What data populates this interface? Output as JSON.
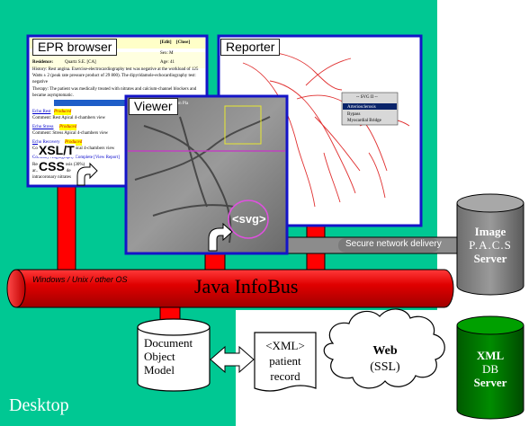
{
  "desktop": {
    "label": "Desktop",
    "bg_color": "#00c893"
  },
  "epr": {
    "title": "EPR browser",
    "header_right": [
      "[Edit]",
      "[Close]"
    ],
    "rows": [
      {
        "label": "Residence:",
        "value": "Quartz S.E. [CA]",
        "right": "Sex: M"
      },
      {
        "label": "",
        "value": "",
        "right": "Age: 41"
      }
    ],
    "history": "History: Rest angina. Exercise-electrocardiography test was negative at the workload of 125 Watts ± 2 (peak rate pressure product of 29 800). The dipyridamole-echocardiography test: negative",
    "therapy": "Therapy: The patient was medically treated with nitrates and calcium-channel blockers and became asymptomatic.",
    "exam_bar": "Exam Pla",
    "links": [
      {
        "link": "Echo Rest",
        "status": "Produced",
        "comment": "Comment: Rest Apical 4-chambers view"
      },
      {
        "link": "Echo Stress",
        "status": "Produced",
        "comment": "Comment: Stress Apical 4-chambers view"
      },
      {
        "link": "Echo Recovery",
        "status": "Produced",
        "comment": "Comment: Recovery Apical 4-chambers view"
      }
    ],
    "bottom_text": "Coronary Angiography   Complete   [View Report]",
    "bottom_lines": [
      "Result: ...ass. Stenosis (30%)",
      "ar... ...nt occlusion de",
      "intracoronary nitrates"
    ]
  },
  "reporter": {
    "title": "Reporter",
    "menu_header": "-- SVG II --",
    "menu_items": [
      "Arteriosclerosis",
      "Bypass",
      "Myocardial Bridge"
    ]
  },
  "viewer": {
    "title": "Viewer",
    "svg_label": "<svg>"
  },
  "xslt_label": [
    "XSL/T",
    "CSS"
  ],
  "infobus": {
    "label": "Java InfoBus",
    "os_label": "Windows / Unix / other OS"
  },
  "image_server": {
    "lines": [
      "Image",
      "P.A.C.S",
      "Server"
    ]
  },
  "network_label": "Secure network delivery",
  "dom": {
    "lines": [
      "Document",
      "Object",
      "Model"
    ]
  },
  "xml_record": {
    "lines": [
      "<XML>",
      "patient",
      "record"
    ]
  },
  "web_cloud": {
    "lines": [
      "Web",
      "(SSL)"
    ]
  },
  "xml_server": {
    "lines": [
      "XML",
      "DB",
      "Server"
    ]
  }
}
